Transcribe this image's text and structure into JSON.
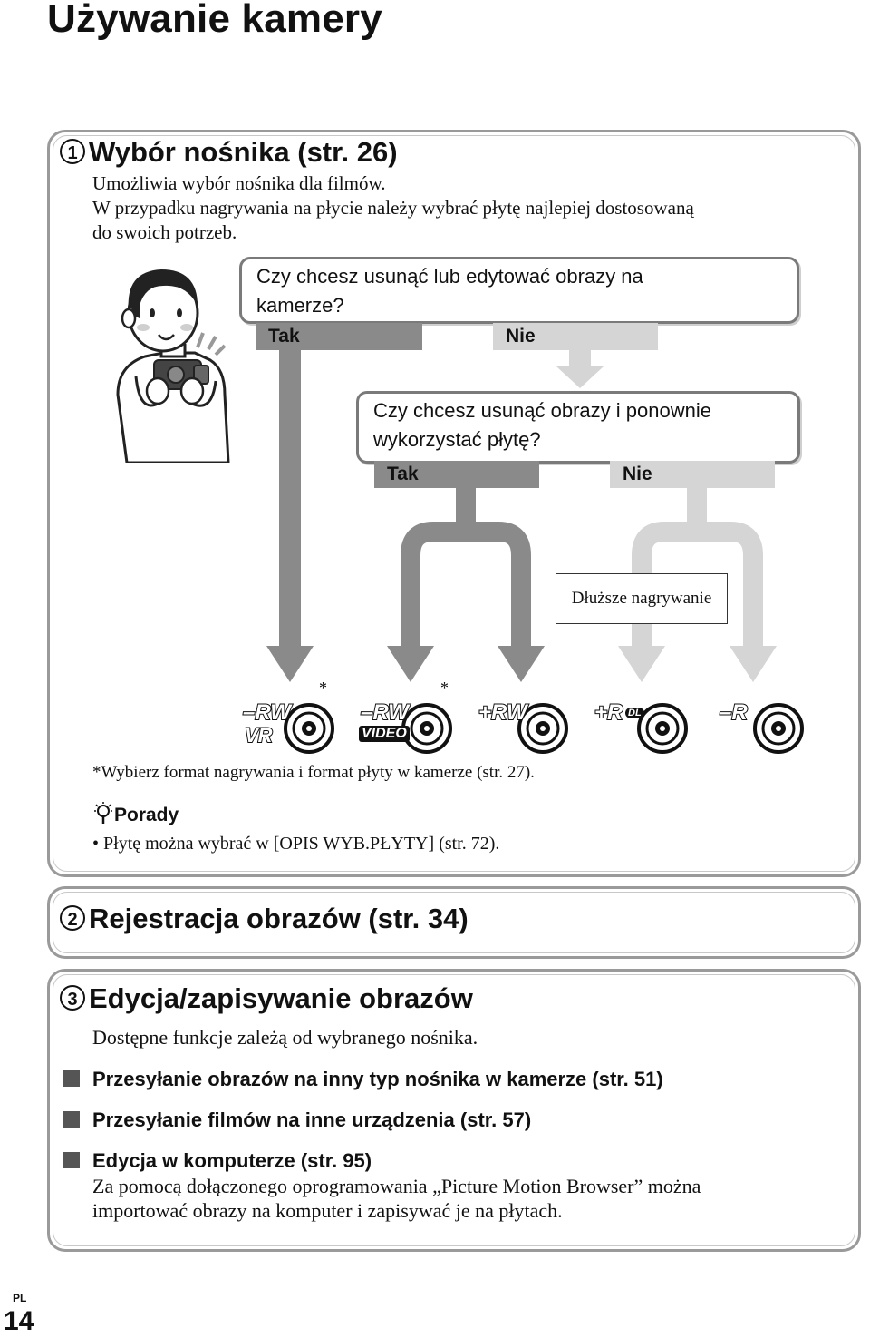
{
  "page_title": "Używanie kamery",
  "section1": {
    "number": "1",
    "heading": "Wybór nośnika (str. 26)",
    "line1": "Umożliwia wybór nośnika dla filmów.",
    "line2": "W przypadku nagrywania na płycie należy wybrać płytę najlepiej dostosowaną",
    "line3": "do swoich potrzeb.",
    "q1_line1": "Czy chcesz usunąć lub edytować obrazy na",
    "q1_line2": "kamerze?",
    "q1_yes": "Tak",
    "q1_no": "Nie",
    "q2_line1": "Czy chcesz usunąć obrazy i ponownie",
    "q2_line2": "wykorzystać płytę?",
    "q2_yes": "Tak",
    "q2_no": "Nie",
    "longer_recording": "Dłuższe nagrywanie",
    "discs": [
      {
        "top": "–RW",
        "bottom": "VR",
        "asterisk": "*"
      },
      {
        "top": "–RW",
        "bottom": "VIDEO",
        "asterisk": "*"
      },
      {
        "top": "+RW",
        "bottom": "",
        "asterisk": ""
      },
      {
        "top": "+R",
        "bottom": "DL",
        "asterisk": ""
      },
      {
        "top": "–R",
        "bottom": "",
        "asterisk": ""
      }
    ],
    "footnote": "*Wybierz format nagrywania i format płyty w kamerze (str. 27).",
    "tips_label": "Porady",
    "tip_item": "Płytę można wybrać w [OPIS WYB.PŁYTY] (str. 72)."
  },
  "section2": {
    "number": "2",
    "heading": "Rejestracja obrazów (str. 34)"
  },
  "section3": {
    "number": "3",
    "heading": "Edycja/zapisywanie obrazów",
    "intro": "Dostępne funkcje zależą od wybranego nośnika.",
    "item1": "Przesyłanie obrazów na inny typ nośnika w kamerze (str. 51)",
    "item2": "Przesyłanie filmów na inne urządzenia (str. 57)",
    "item3": "Edycja w komputerze (str. 95)",
    "item3_desc_line1": "Za pomocą dołączonego oprogramowania „Picture Motion Browser” można",
    "item3_desc_line2": "importować obrazy na komputer i zapisywać je na płytach."
  },
  "footer": {
    "lang": "PL",
    "page_number": "14"
  },
  "colors": {
    "arrow_dark": "#8a8a8a",
    "arrow_light": "#d5d5d5",
    "panel_border": "#9a9a9a"
  }
}
